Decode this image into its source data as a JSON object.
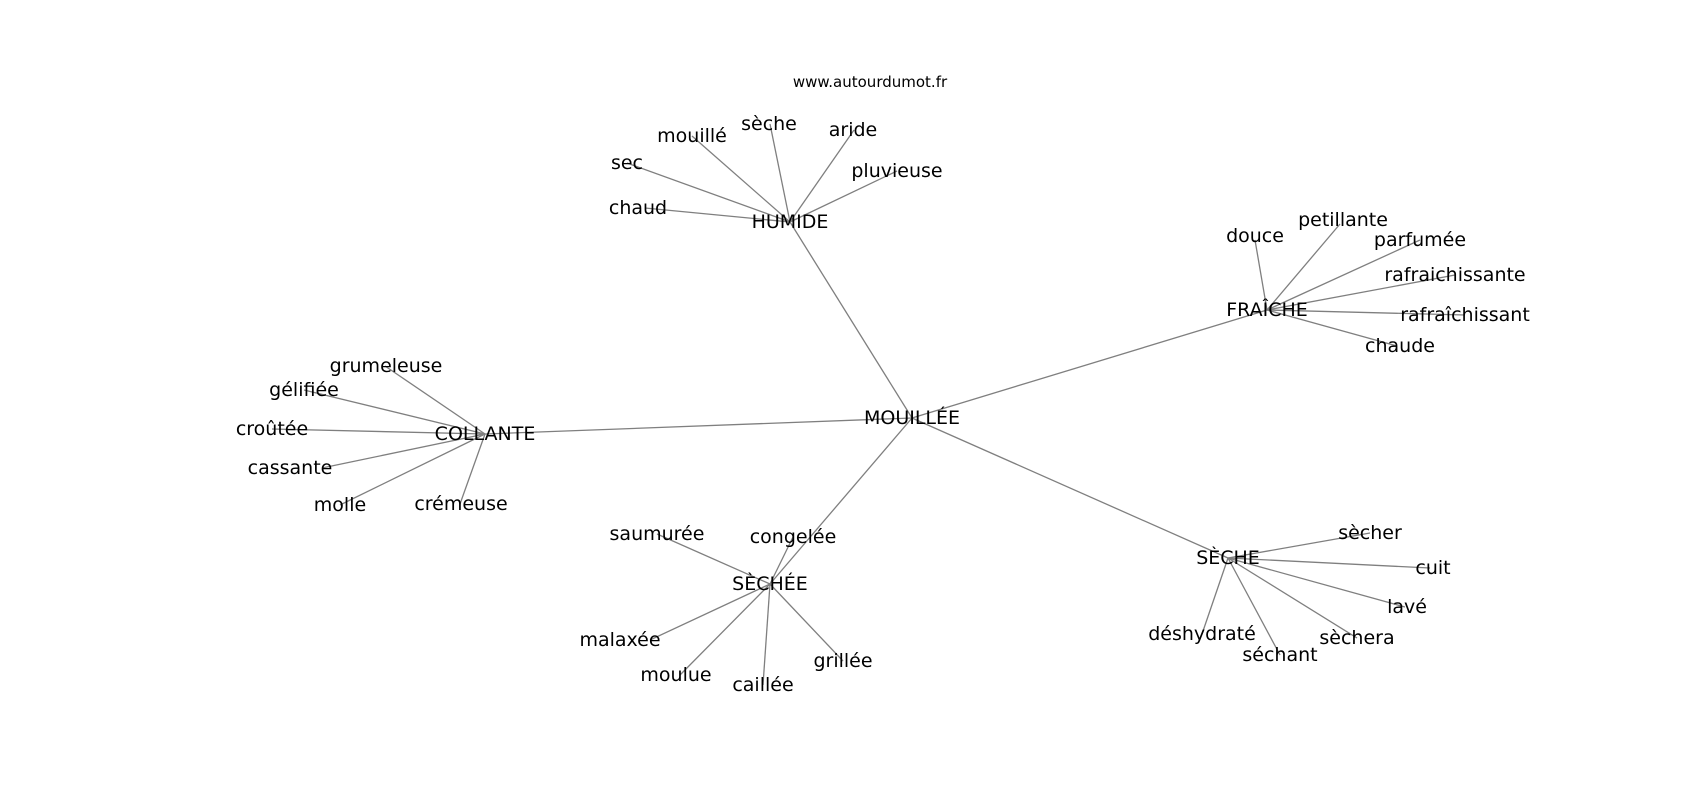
{
  "source_text": "www.autourdumot.fr",
  "center": "MOUILLÉE",
  "clusters": [
    {
      "hub": "HUMIDE",
      "words": [
        "chaud",
        "sec",
        "mouillé",
        "sèche",
        "aride",
        "pluvieuse"
      ]
    },
    {
      "hub": "FRAÎCHE",
      "words": [
        "douce",
        "petillante",
        "parfumée",
        "rafraichissante",
        "rafraîchissant",
        "chaude"
      ]
    },
    {
      "hub": "COLLANTE",
      "words": [
        "grumeleuse",
        "gélifiée",
        "croûtée",
        "cassante",
        "molle",
        "crémeuse"
      ]
    },
    {
      "hub": "SÈCHÉE",
      "words": [
        "saumurée",
        "congelée",
        "malaxée",
        "moulue",
        "caillée",
        "grillée"
      ]
    },
    {
      "hub": "SÈCHE",
      "words": [
        "sècher",
        "cuit",
        "lavé",
        "sèchera",
        "séchant",
        "déshydraté"
      ]
    }
  ]
}
